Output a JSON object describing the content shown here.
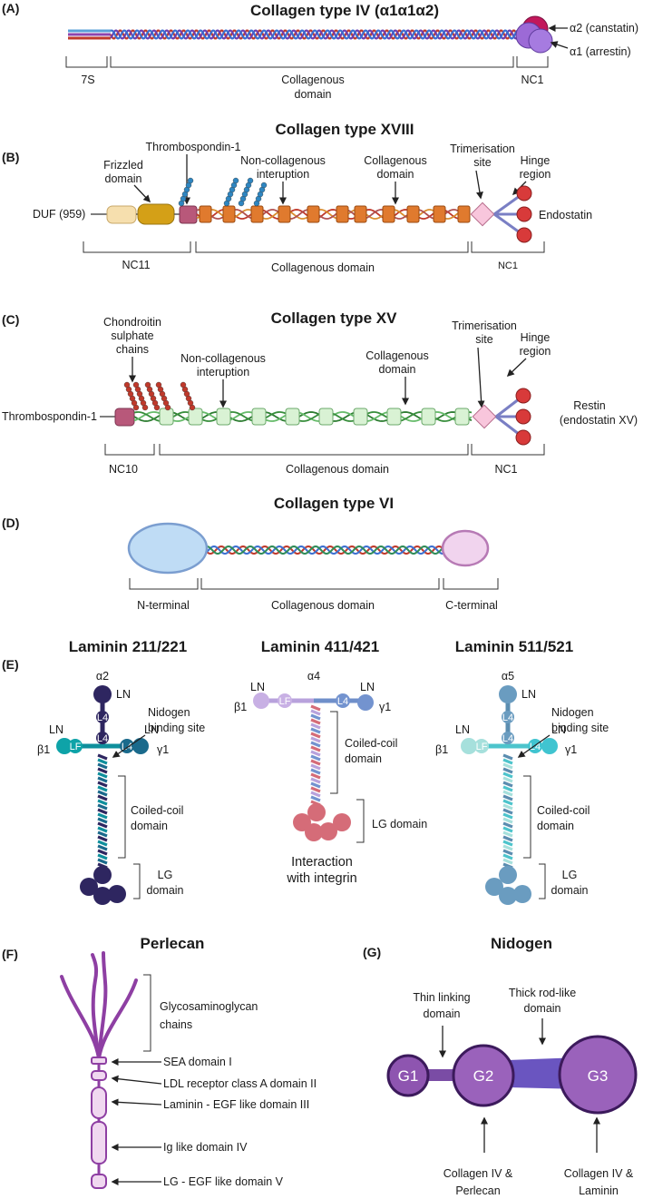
{
  "panels": {
    "A": {
      "label": "(A)",
      "title": "Collagen type IV (α1α1α2)",
      "chains": [
        "α2 (canstatin)",
        "α1 (arrestin)"
      ],
      "segments": [
        "7S",
        "Collagenous",
        "domain",
        "NC1"
      ]
    },
    "B": {
      "label": "(B)",
      "title": "Collagen type XVIII",
      "thrombospondin": "Thrombospondin-1",
      "frizzled": [
        "Frizzled",
        "domain"
      ],
      "noncol": [
        "Non-collagenous",
        "interuption"
      ],
      "coldomain": [
        "Collagenous",
        "domain"
      ],
      "trimer": [
        "Trimerisation",
        "site"
      ],
      "hinge": [
        "Hinge",
        "region"
      ],
      "duf": "DUF (959)",
      "endostatin": "Endostatin",
      "segments": [
        "NC11",
        "Collagenous domain",
        "NC1"
      ]
    },
    "C": {
      "label": "(C)",
      "title": "Collagen type XV",
      "chondroitin": [
        "Chondroitin",
        "sulphate",
        "chains"
      ],
      "noncol": [
        "Non-collagenous",
        "interuption"
      ],
      "coldomain": [
        "Collagenous",
        "domain"
      ],
      "trimer": [
        "Trimerisation",
        "site"
      ],
      "hinge": [
        "Hinge",
        "region"
      ],
      "thrombospondin": "Thrombospondin-1",
      "restin": [
        "Restin",
        "(endostatin XV)"
      ],
      "segments": [
        "NC10",
        "Collagenous domain",
        "NC1"
      ]
    },
    "D": {
      "label": "(D)",
      "title": "Collagen type VI",
      "segments": [
        "N-terminal",
        "Collagenous domain",
        "C-terminal"
      ]
    },
    "E": {
      "label": "(E)",
      "lam1": {
        "title": "Laminin 211/221",
        "alpha": "α2",
        "beta": "β1",
        "gamma": "γ1",
        "ln": "LN",
        "l4": "L4",
        "lf": "LF",
        "nidogen": [
          "Nidogen",
          "binding site"
        ],
        "coil": [
          "Coiled-coil",
          "domain"
        ],
        "lg": [
          "LG",
          "domain"
        ]
      },
      "lam2": {
        "title": "Laminin 411/421",
        "alpha": "α4",
        "beta": "β1",
        "gamma": "γ1",
        "ln": "LN",
        "l4": "L4",
        "lf": "LF",
        "coil": [
          "Coiled-coil",
          "domain"
        ],
        "lg": "LG domain",
        "integrin": [
          "Interaction",
          "with integrin"
        ]
      },
      "lam3": {
        "title": "Laminin 511/521",
        "alpha": "α5",
        "beta": "β1",
        "gamma": "γ1",
        "ln": "LN",
        "l4": "L4",
        "lf": "LF",
        "nidogen": [
          "Nidogen",
          "binding site"
        ],
        "coil": [
          "Coiled-coil",
          "domain"
        ],
        "lg": [
          "LG",
          "domain"
        ]
      }
    },
    "F": {
      "label": "(F)",
      "title": "Perlecan",
      "gag": [
        "Glycosaminoglycan",
        "chains"
      ],
      "domains": [
        "SEA domain I",
        "LDL receptor class A domain II",
        "Laminin - EGF like domain III",
        "Ig like domain IV",
        "LG - EGF like domain V"
      ]
    },
    "G": {
      "label": "(G)",
      "title": "Nidogen",
      "thin": [
        "Thin linking",
        "domain"
      ],
      "thick": [
        "Thick rod-like",
        "domain"
      ],
      "g1": "G1",
      "g2": "G2",
      "g3": "G3",
      "perlecan": [
        "Collagen IV &",
        "Perlecan"
      ],
      "laminin": [
        "Collagen IV &",
        "Laminin"
      ]
    }
  },
  "colors": {
    "chain_red": "#c0392b",
    "chain_purple": "#6c3fb0",
    "chain_green": "#4caf50",
    "laminin_211": "#2e2660",
    "laminin_411": "#d56c78",
    "laminin_511": "#5b8db0",
    "perlecan": "#8e3fa3",
    "nidogen": "#7a4ca5"
  }
}
